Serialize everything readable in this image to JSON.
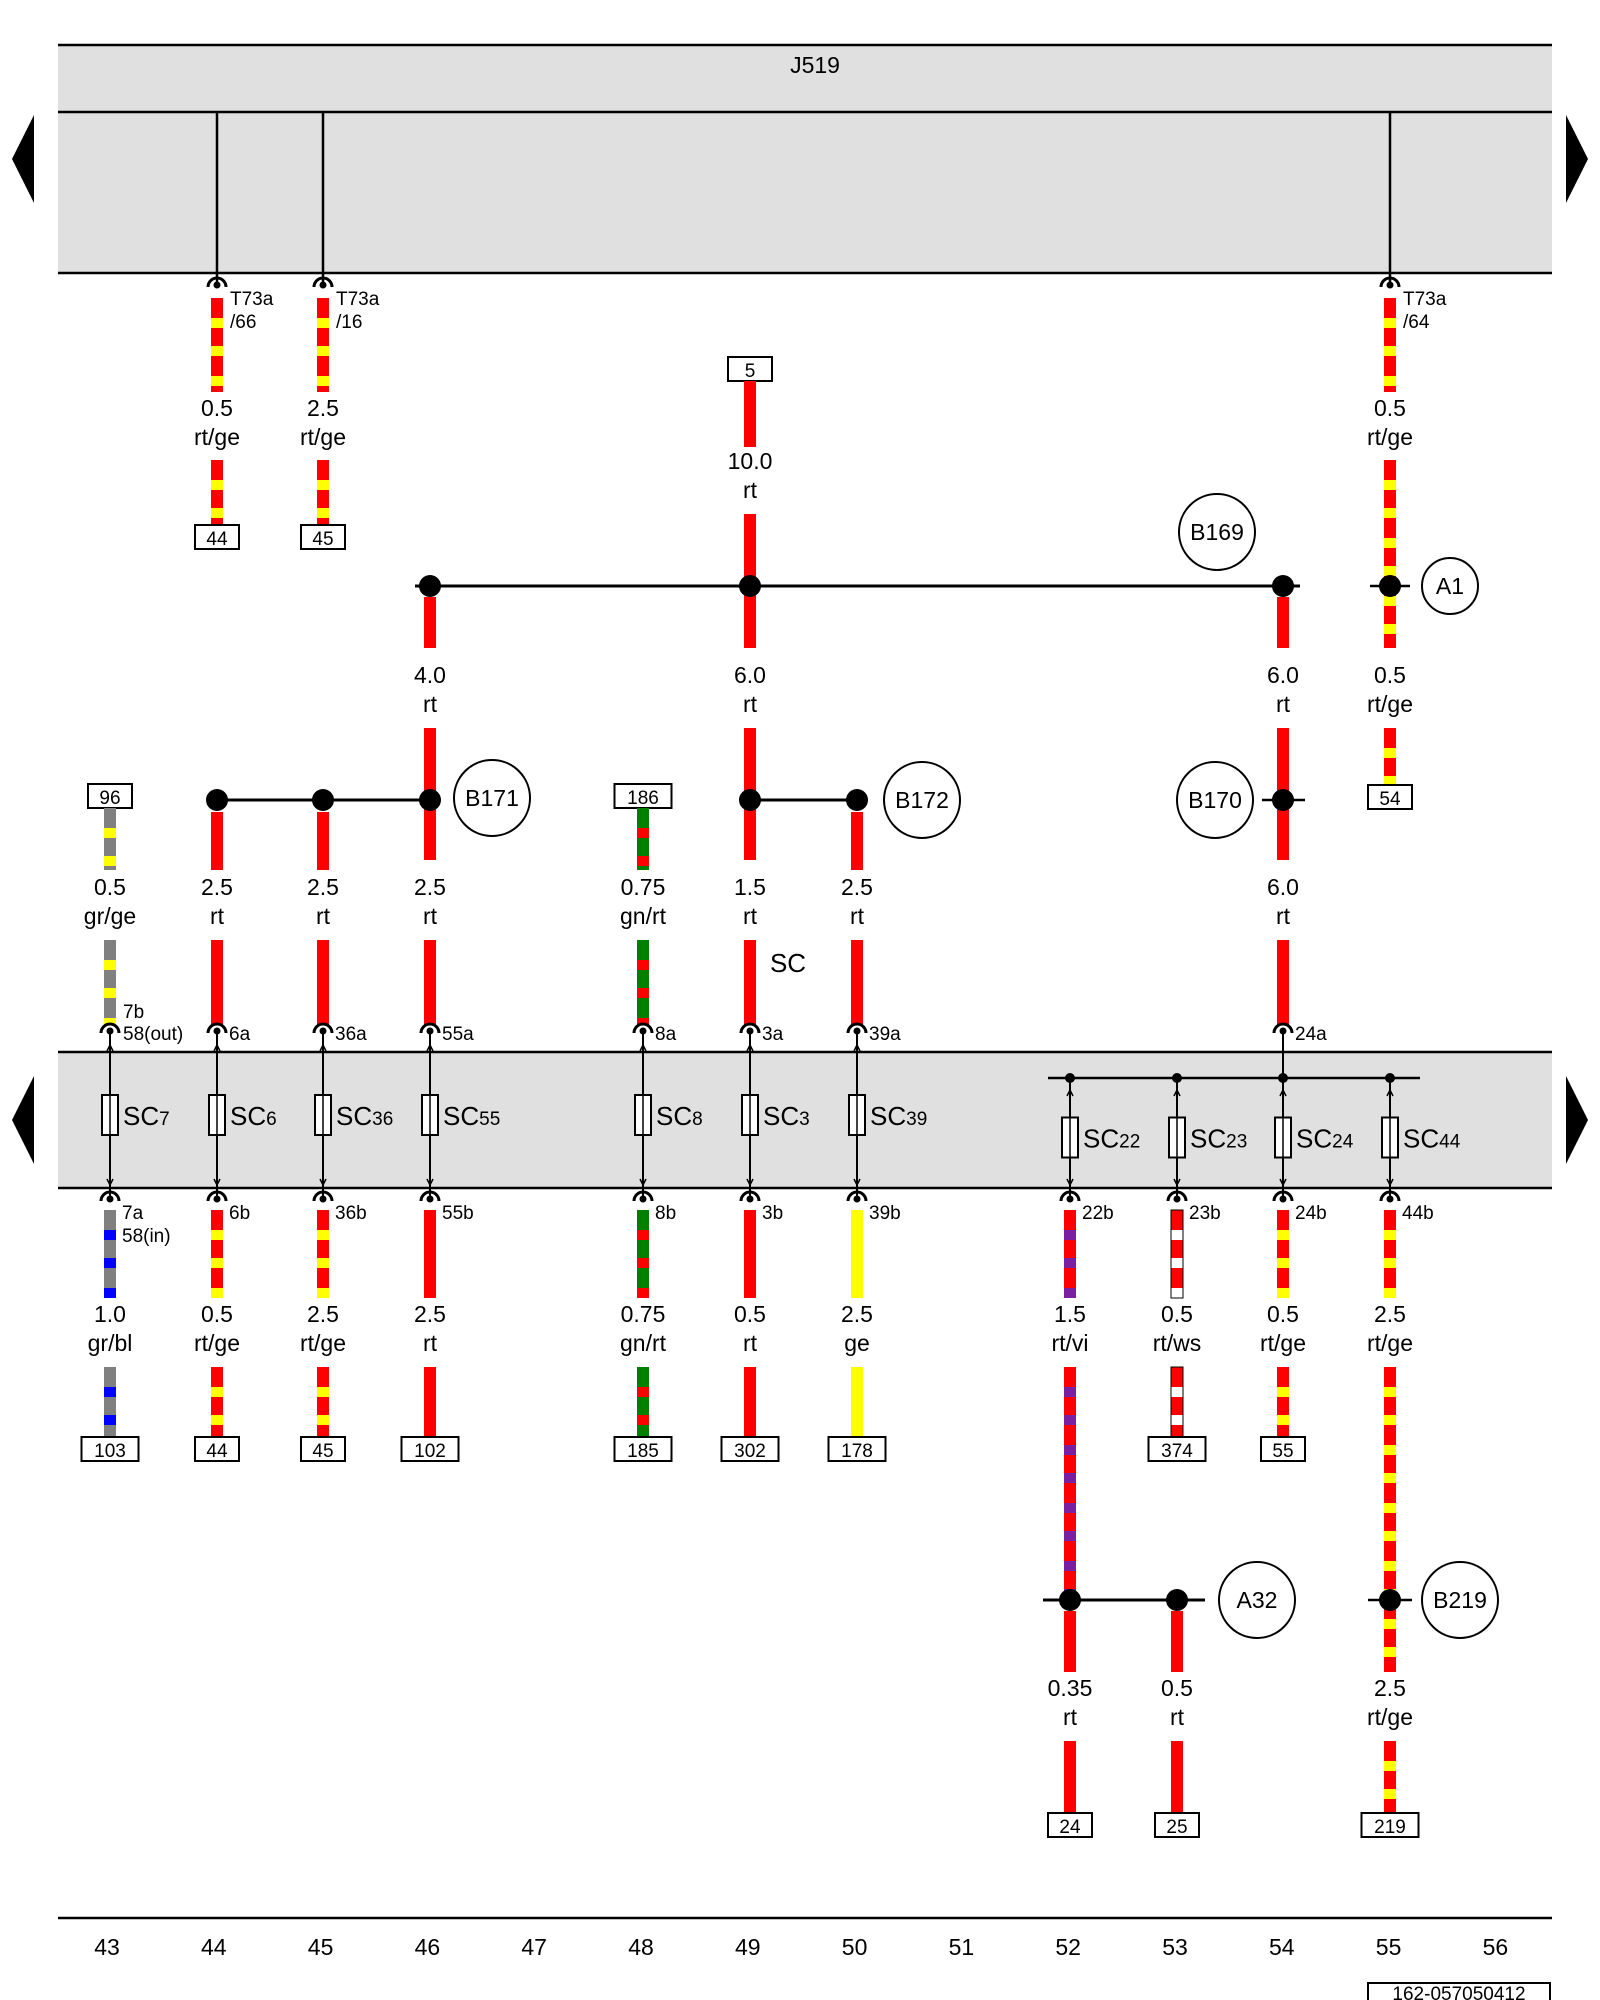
{
  "header": {
    "component": "J519"
  },
  "nav": {
    "left_icon": "triangle-left-icon",
    "right_icon": "triangle-right-icon"
  },
  "colors": {
    "rt": "#ff0000",
    "ge": "#ffff00",
    "gn": "#008000",
    "gr": "#808080",
    "bl": "#0000ff",
    "vi": "#7a1fa2",
    "ws": "#ffffff",
    "box": "#e0e0e0"
  },
  "bottom_scale": [
    "43",
    "44",
    "45",
    "46",
    "47",
    "48",
    "49",
    "50",
    "51",
    "52",
    "53",
    "54",
    "55",
    "56"
  ],
  "document_id": "162-057050412",
  "sc_label": "SC",
  "top_connectors": [
    {
      "pin": "T73a",
      "sub": "/66",
      "size": "0.5",
      "color": "rt/ge",
      "ref": "44"
    },
    {
      "pin": "T73a",
      "sub": "/16",
      "size": "2.5",
      "color": "rt/ge",
      "ref": "45"
    },
    {
      "pin": "T73a",
      "sub": "/64",
      "size": "0.5",
      "color": "rt/ge"
    }
  ],
  "top_feed": {
    "ref": "5",
    "size": "10.0",
    "color": "rt"
  },
  "junctions": {
    "b169": "B169",
    "a1": "A1",
    "b171": "B171",
    "b172": "B172",
    "b170": "B170",
    "a32": "A32",
    "b219": "B219"
  },
  "mid_wires": [
    {
      "size": "4.0",
      "color": "rt"
    },
    {
      "size": "6.0",
      "color": "rt"
    },
    {
      "size": "6.0",
      "color": "rt"
    },
    {
      "size": "0.5",
      "color": "rt/ge",
      "ref": "54"
    }
  ],
  "upper_wires": [
    {
      "size": "0.5",
      "color": "gr/ge",
      "ref": "96",
      "pin": "7b",
      "pin2": "58(out)",
      "fuse": "SC",
      "fuse_num": "7"
    },
    {
      "size": "2.5",
      "color": "rt",
      "pin": "6a",
      "fuse": "SC",
      "fuse_num": "6"
    },
    {
      "size": "2.5",
      "color": "rt",
      "pin": "36a",
      "fuse": "SC",
      "fuse_num": "36"
    },
    {
      "size": "2.5",
      "color": "rt",
      "pin": "55a",
      "fuse": "SC",
      "fuse_num": "55"
    },
    {
      "size": "0.75",
      "color": "gn/rt",
      "ref": "186",
      "pin": "8a",
      "fuse": "SC",
      "fuse_num": "8"
    },
    {
      "size": "1.5",
      "color": "rt",
      "pin": "3a",
      "fuse": "SC",
      "fuse_num": "3"
    },
    {
      "size": "2.5",
      "color": "rt",
      "pin": "39a",
      "fuse": "SC",
      "fuse_num": "39"
    },
    {
      "size": "6.0",
      "color": "rt",
      "pin": "24a"
    }
  ],
  "bus_fuses": [
    {
      "fuse": "SC",
      "fuse_num": "22"
    },
    {
      "fuse": "SC",
      "fuse_num": "23"
    },
    {
      "fuse": "SC",
      "fuse_num": "24"
    },
    {
      "fuse": "SC",
      "fuse_num": "44"
    }
  ],
  "lower_wires": [
    {
      "pin": "7a",
      "pin2": "58(in)",
      "size": "1.0",
      "color": "gr/bl",
      "ref": "103"
    },
    {
      "pin": "6b",
      "size": "0.5",
      "color": "rt/ge",
      "ref": "44"
    },
    {
      "pin": "36b",
      "size": "2.5",
      "color": "rt/ge",
      "ref": "45"
    },
    {
      "pin": "55b",
      "size": "2.5",
      "color": "rt",
      "ref": "102"
    },
    {
      "pin": "8b",
      "size": "0.75",
      "color": "gn/rt",
      "ref": "185"
    },
    {
      "pin": "3b",
      "size": "0.5",
      "color": "rt",
      "ref": "302"
    },
    {
      "pin": "39b",
      "size": "2.5",
      "color": "ge",
      "ref": "178"
    },
    {
      "pin": "22b",
      "size": "1.5",
      "color": "rt/vi"
    },
    {
      "pin": "23b",
      "size": "0.5",
      "color": "rt/ws",
      "ref": "374"
    },
    {
      "pin": "24b",
      "size": "0.5",
      "color": "rt/ge",
      "ref": "55"
    },
    {
      "pin": "44b",
      "size": "2.5",
      "color": "rt/ge"
    }
  ],
  "bottom_wires": [
    {
      "size": "0.35",
      "color": "rt",
      "ref": "24"
    },
    {
      "size": "0.5",
      "color": "rt",
      "ref": "25"
    },
    {
      "size": "2.5",
      "color": "rt/ge",
      "ref": "219"
    }
  ]
}
